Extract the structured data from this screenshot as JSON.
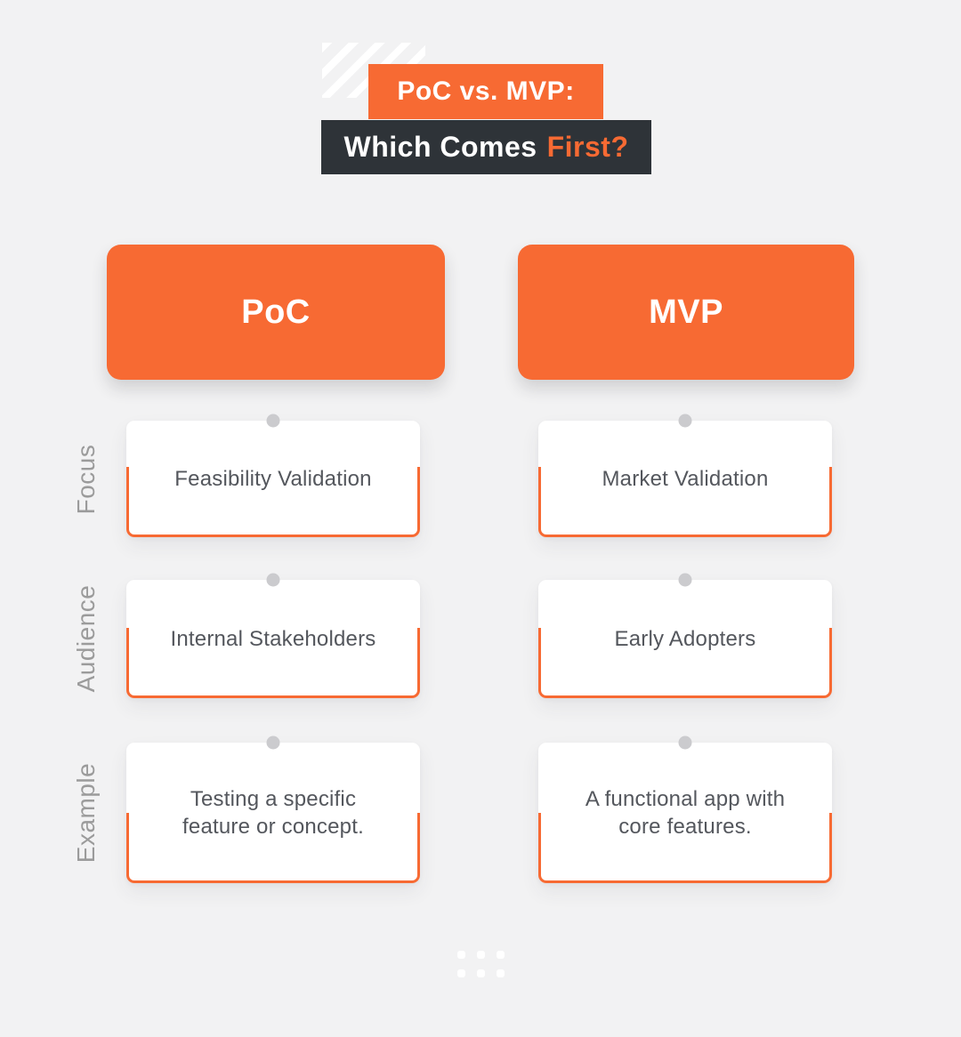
{
  "title": {
    "top_label": "PoC vs. MVP:",
    "bottom_label_main": "Which Comes",
    "bottom_label_accent": "First?"
  },
  "comparison": {
    "column_headers": [
      "PoC",
      "MVP"
    ],
    "rows": [
      {
        "label": "Focus",
        "poc": "Feasibility Validation",
        "mvp": "Market Validation"
      },
      {
        "label": "Audience",
        "poc": "Internal Stakeholders",
        "mvp": "Early Adopters"
      },
      {
        "label": "Example",
        "poc": "Testing a specific feature or concept.",
        "mvp": "A functional app with core features."
      }
    ]
  },
  "icons": {
    "stripes": "diagonal-stripes-decoration",
    "pin": "pin-dot-icon",
    "dots": "dots-grid-decoration"
  },
  "colors": {
    "accent": "#F76A33",
    "dark": "#2E3338",
    "background": "#F2F2F3",
    "card": "#FFFFFF",
    "card_text": "#54575D",
    "label_text": "#9B9B9B",
    "pin": "#CBCBCE"
  }
}
